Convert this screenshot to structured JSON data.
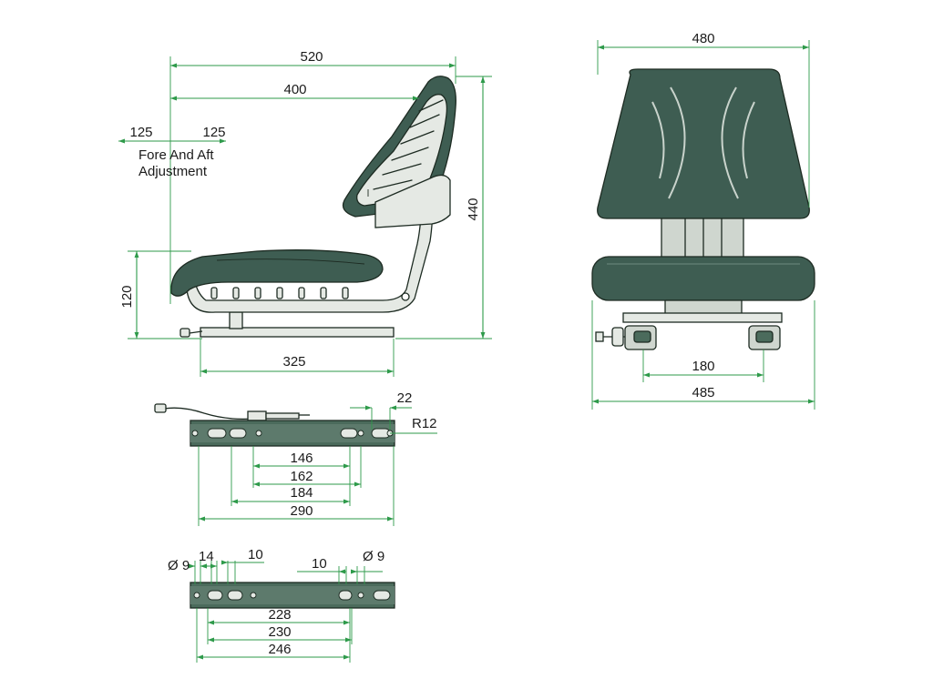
{
  "side_view": {
    "overall_depth": "520",
    "seat_depth": "400",
    "fore_adjust_left": "125",
    "fore_adjust_right": "125",
    "adjust_note_line1": "Fore And Aft",
    "adjust_note_line2": "Adjustment",
    "overall_height": "440",
    "seat_height": "120",
    "base_depth": "325"
  },
  "front_view": {
    "backrest_width": "480",
    "mount_spacing": "180",
    "overall_width": "485"
  },
  "slide_rail_top": {
    "slot_width": "22",
    "radius": "R12",
    "hole_spacing_1": "146",
    "hole_spacing_2": "162",
    "hole_spacing_3": "184",
    "rail_length": "290"
  },
  "slide_rail_bottom": {
    "hole_dia_left": "Ø 9",
    "offset_14": "14",
    "slot_10_left": "10",
    "slot_10_right": "10",
    "hole_dia_right": "Ø 9",
    "spacing_228": "228",
    "spacing_230": "230",
    "spacing_246": "246"
  },
  "colors": {
    "dimension_line": "#2e9a4a",
    "cushion": "#3e5d52",
    "frame": "#e5e9e4",
    "rail": "#4b6b5c"
  }
}
